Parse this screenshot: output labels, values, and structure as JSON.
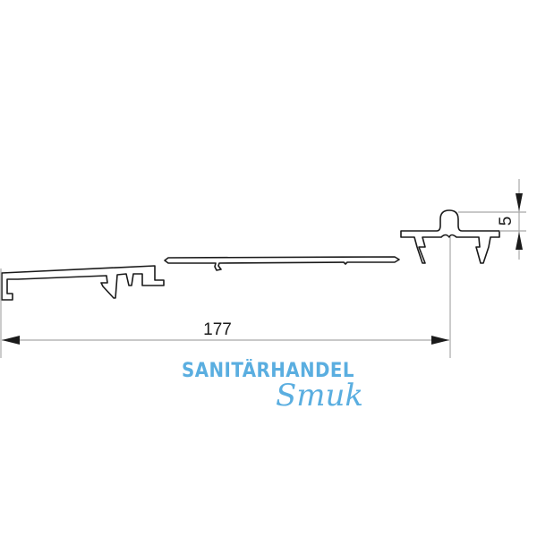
{
  "drawing": {
    "title": "Profile cross-section technical drawing",
    "dimensions": {
      "overall_width": "177",
      "clip_height": "5"
    },
    "parts": [
      {
        "name": "base-profile",
        "description": "Left base rail profile with hook and clip channels"
      },
      {
        "name": "cover-strip",
        "description": "Thin flat cover strip"
      },
      {
        "name": "clip-connector",
        "description": "Right connector clip with dome and two barbed legs"
      }
    ],
    "colors": {
      "line": "#1a1a1a",
      "dimension_line": "#a8a8a8",
      "logo": "#5aaee0"
    }
  },
  "logo": {
    "line1": "SANITÄRHANDEL",
    "line2": "Smuk"
  }
}
